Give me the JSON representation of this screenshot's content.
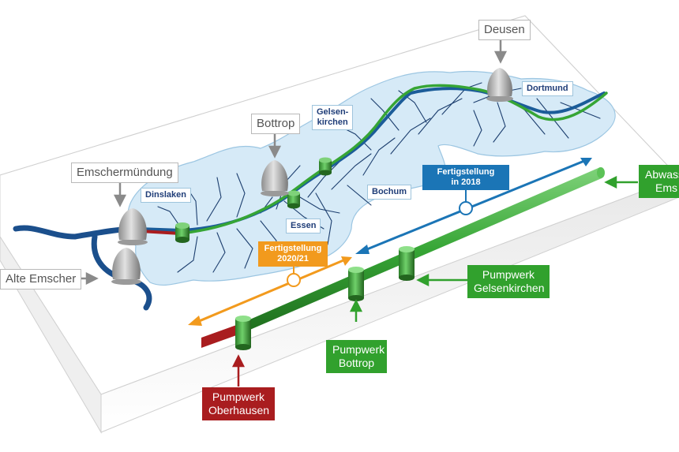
{
  "labels": {
    "deusen": "Deusen",
    "dortmund": "Dortmund",
    "bottrop_plant": "Bottrop",
    "gelsenkirchen_city": "Gelsen-\nkirchen",
    "emschermuendung": "Emschermündung",
    "dinslaken": "Dinslaken",
    "bochum": "Bochum",
    "essen": "Essen",
    "alte_emscher": "Alte Emscher",
    "completion_2018": "Fertigstellung\nin 2018",
    "completion_2020": "Fertigstellung\n2020/21",
    "abwasserkanal": "Abwass\nEms",
    "pumpwerk_gelsenkirchen": "Pumpwerk\nGelsenkirchen",
    "pumpwerk_bottrop": "Pumpwerk\nBottrop",
    "pumpwerk_oberhausen": "Pumpwerk\nOberhausen"
  },
  "colors": {
    "river_blue": "#1b4f8c",
    "channel_green": "#36a535",
    "timeline_blue": "#1b75b6",
    "timeline_orange": "#f29a1d",
    "pump_red": "#a91d1f",
    "catchment_fill": "#d6eaf7"
  }
}
